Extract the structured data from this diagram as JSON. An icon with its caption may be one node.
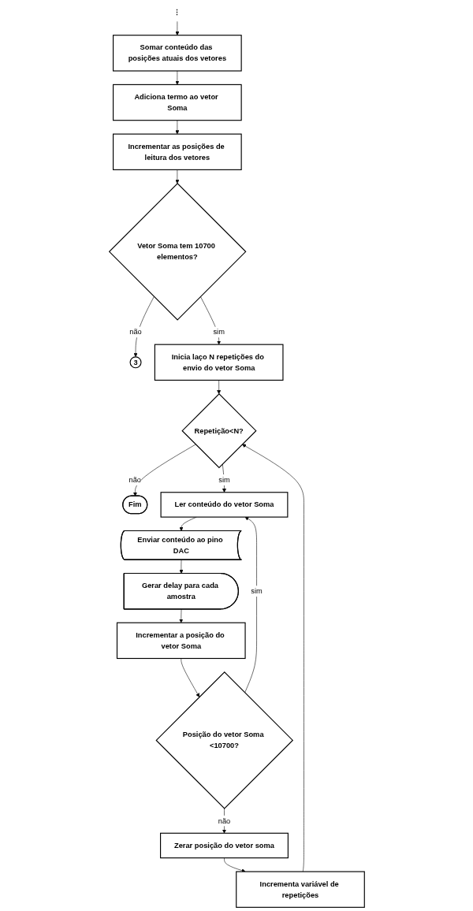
{
  "diagram": {
    "nodes": [
      {
        "text": [
          "⋮"
        ]
      },
      {
        "text": [
          "Somar conteúdo das posições atuais dos vetores"
        ]
      },
      {
        "text": [
          "Adiciona termo ao vetor Soma"
        ]
      },
      {
        "text": [
          "Incrementar as posições de leitura dos vetores"
        ]
      },
      {
        "text": [
          "Vetor Soma tem 10700 elementos?"
        ]
      },
      {
        "text": [
          "3"
        ]
      },
      {
        "text": [
          "Inicia laço N repetições do envio do vetor Soma"
        ]
      },
      {
        "text": [
          "Repetição<N?"
        ]
      },
      {
        "text": [
          "Fim"
        ]
      },
      {
        "text": [
          "Ler conteúdo do vetor Soma"
        ]
      },
      {
        "text": [
          "Enviar conteúdo ao pino DAC"
        ]
      },
      {
        "text": [
          "Gerar delay para cada amostra"
        ]
      },
      {
        "text": [
          "Incrementar a posição do vetor Soma"
        ]
      },
      {
        "text": [
          "Posição do vetor Soma <10700?"
        ]
      },
      {
        "text": [
          "Zerar posição do vetor soma"
        ]
      },
      {
        "text": [
          "Incrementa variável de repetições"
        ]
      }
    ],
    "edges": [
      {
        "from": 0,
        "to": 1,
        "arrow": "to"
      },
      {
        "from": 1,
        "to": 2,
        "arrow": "to"
      },
      {
        "from": 2,
        "to": 3,
        "arrow": "to"
      },
      {
        "from": 3,
        "to": 4,
        "arrow": "to"
      },
      {
        "from": 4,
        "to": 5,
        "label": "não",
        "arrow": "to"
      },
      {
        "from": 4,
        "to": 6,
        "label": "sim",
        "arrow": "to"
      },
      {
        "from": 6,
        "to": 7,
        "arrow": "to"
      },
      {
        "from": 7,
        "to": 8,
        "label": "não",
        "arrow": "to"
      },
      {
        "from": 7,
        "to": 9,
        "label": "sim",
        "arrow": "to"
      },
      {
        "from": 9,
        "to": 10,
        "arrow": "to"
      },
      {
        "from": 10,
        "to": 11,
        "arrow": "to"
      },
      {
        "from": 11,
        "to": 12,
        "arrow": "to"
      },
      {
        "from": 12,
        "to": 13,
        "arrow": "to"
      },
      {
        "from": 13,
        "to": 9,
        "label": "sim",
        "arrow": "to"
      },
      {
        "from": 13,
        "to": 14,
        "label": "não",
        "arrow": "to"
      },
      {
        "from": 14,
        "to": 15,
        "arrow": "to"
      },
      {
        "from": 15,
        "to": 7,
        "arrow": "to"
      }
    ]
  }
}
